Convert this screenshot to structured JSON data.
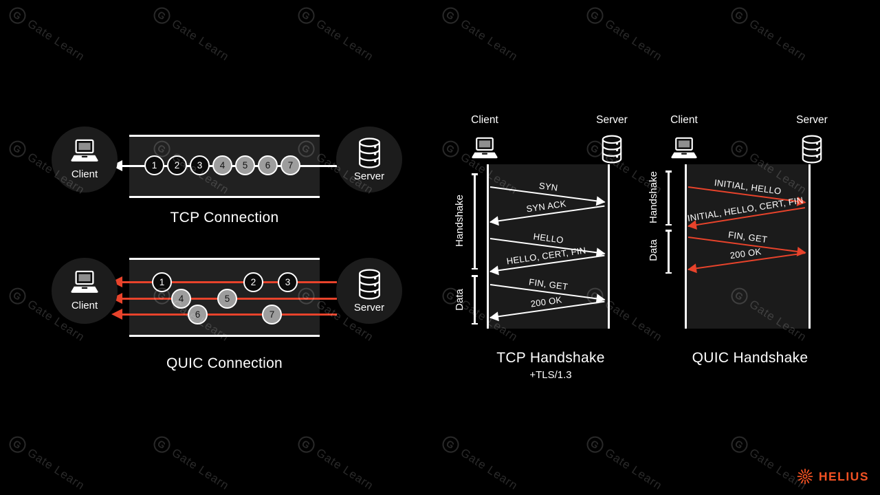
{
  "colors": {
    "bg": "#000000",
    "band": "#212121",
    "panel": "#1b1b1b",
    "red": "#e8432b",
    "packet-gray": "#9d9d9d",
    "endpoint-bg": "#1c1c1c",
    "helius": "#f05123",
    "watermark": "rgba(255,255,255,0.16)"
  },
  "icons": {
    "client": "laptop-icon",
    "server": "database-icon",
    "brand": "starburst-icon",
    "watermark": "gate-logo-icon"
  },
  "tcp_connection": {
    "title": "TCP Connection",
    "client_label": "Client",
    "server_label": "Server",
    "packets": [
      "1",
      "2",
      "3",
      "4",
      "5",
      "6",
      "7"
    ]
  },
  "quic_connection": {
    "title": "QUIC Connection",
    "client_label": "Client",
    "server_label": "Server",
    "packets": [
      "1",
      "2",
      "3",
      "4",
      "5",
      "6",
      "7"
    ]
  },
  "tcp_handshake": {
    "title": "TCP Handshake",
    "subtitle": "+TLS/1.3",
    "client_label": "Client",
    "server_label": "Server",
    "phases": {
      "handshake": "Handshake",
      "data": "Data"
    },
    "messages": [
      {
        "label": "SYN",
        "direction": "client-to-server"
      },
      {
        "label": "SYN ACK",
        "direction": "server-to-client"
      },
      {
        "label": "HELLO",
        "direction": "client-to-server"
      },
      {
        "label": "HELLO, CERT, FIN",
        "direction": "server-to-client"
      },
      {
        "label": "FIN, GET",
        "direction": "client-to-server"
      },
      {
        "label": "200 OK",
        "direction": "server-to-client"
      }
    ]
  },
  "quic_handshake": {
    "title": "QUIC Handshake",
    "client_label": "Client",
    "server_label": "Server",
    "phases": {
      "handshake": "Handshake",
      "data": "Data"
    },
    "messages": [
      {
        "label": "INITIAL, HELLO",
        "direction": "client-to-server"
      },
      {
        "label": "INITIAL, HELLO, CERT, FIN",
        "direction": "server-to-client"
      },
      {
        "label": "FIN, GET",
        "direction": "client-to-server"
      },
      {
        "label": "200 OK",
        "direction": "server-to-client"
      }
    ]
  },
  "watermark": {
    "logo": "G",
    "text": "Gate Learn"
  },
  "brand": {
    "name": "HELIUS"
  }
}
